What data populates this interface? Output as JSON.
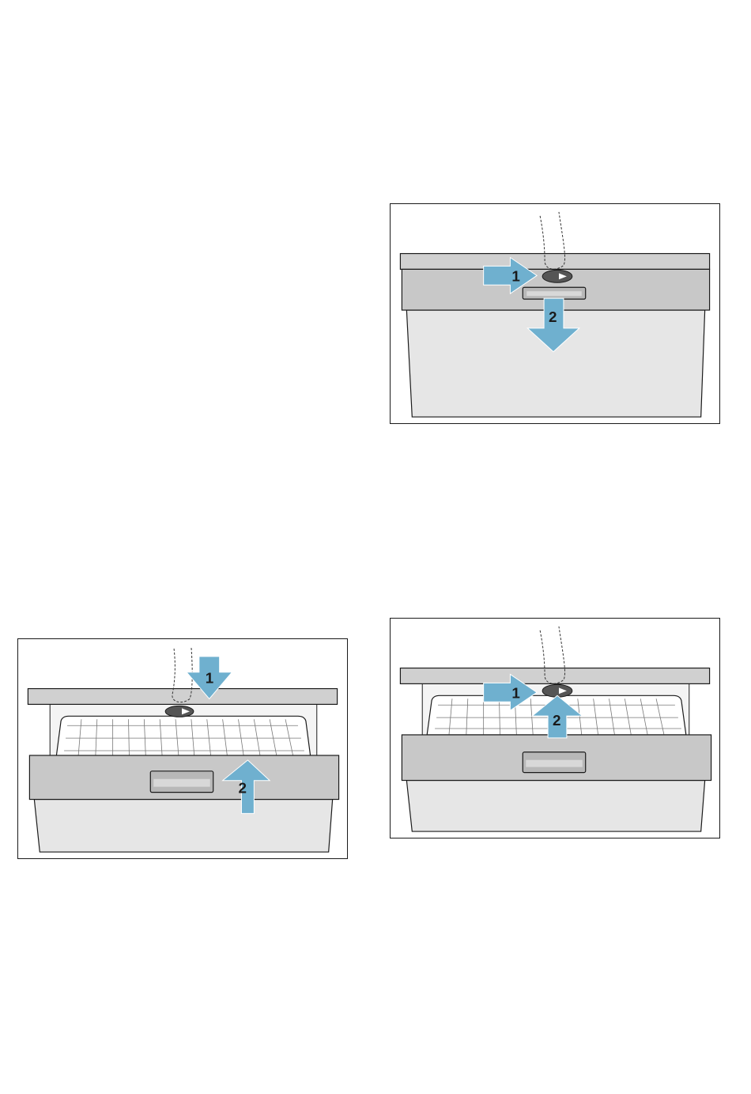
{
  "figures": [
    {
      "id": "door-release-open",
      "steps": [
        {
          "number": "1",
          "direction": "right"
        },
        {
          "number": "2",
          "direction": "down"
        }
      ]
    },
    {
      "id": "door-close-push",
      "steps": [
        {
          "number": "1",
          "direction": "down"
        },
        {
          "number": "2",
          "direction": "up"
        }
      ]
    },
    {
      "id": "door-release-lift",
      "steps": [
        {
          "number": "1",
          "direction": "right"
        },
        {
          "number": "2",
          "direction": "up"
        }
      ]
    }
  ],
  "colors": {
    "arrow": "#6fb0cf",
    "countertop": "#cfcfcf",
    "panel": "#c8c8c8",
    "body": "#e6e6e6",
    "outline": "#1a1a1a"
  }
}
